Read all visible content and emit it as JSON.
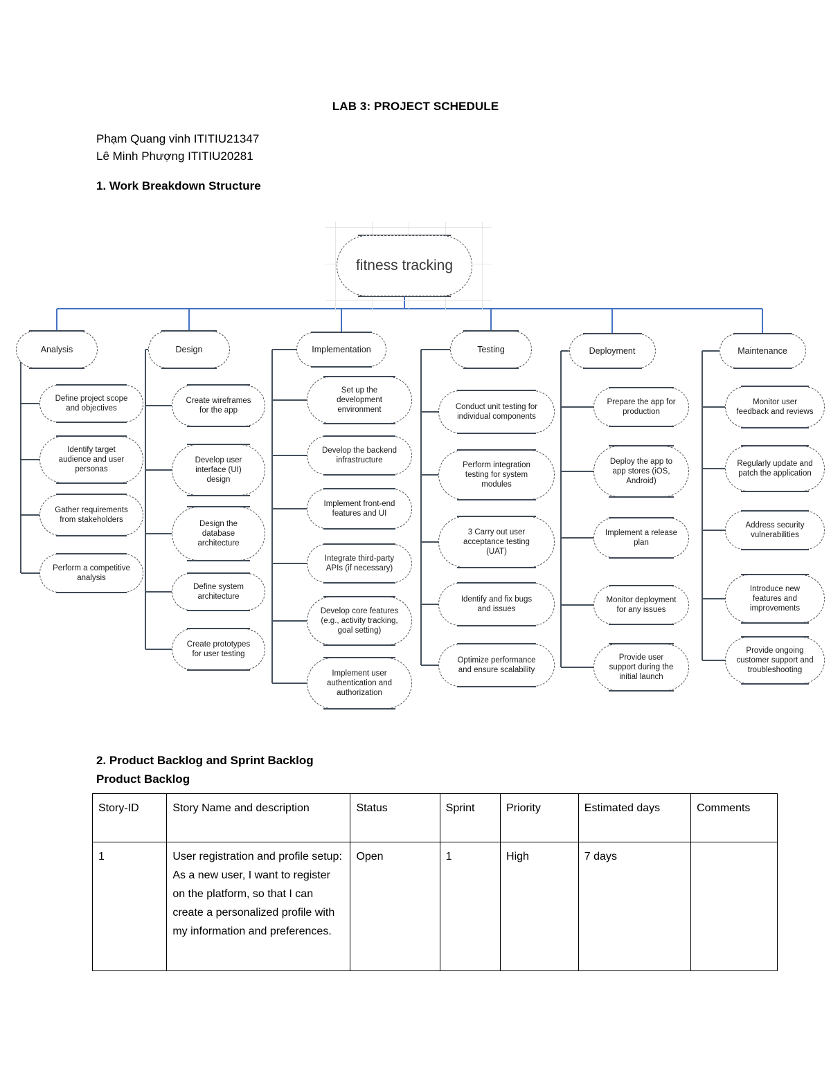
{
  "document": {
    "title": "LAB 3: PROJECT SCHEDULE",
    "authors": "Phạm Quang vinh ITITIU21347\nLê Minh Phượng ITITIU20281",
    "section_1_heading": "1. Work Breakdown Structure",
    "section_2_heading": "2. Product Backlog and Sprint Backlog\nProduct Backlog"
  },
  "wbs": {
    "root": {
      "label": "fitness tracking"
    },
    "columns": [
      {
        "phase": "Analysis",
        "leaves": [
          "Define project scope\nand objectives",
          "Identify target\naudience and user\npersonas",
          "Gather requirements\nfrom stakeholders",
          "Perform a competitive\nanalysis"
        ]
      },
      {
        "phase": "Design",
        "leaves": [
          "Create wireframes\nfor the app",
          "Develop user\ninterface (UI)\ndesign",
          "Design the\ndatabase\narchitecture",
          "Define system\narchitecture",
          "Create prototypes\nfor user testing"
        ]
      },
      {
        "phase": "Implementation",
        "leaves": [
          "Set up the\ndevelopment\nenvironment",
          "Develop the backend\ninfrastructure",
          "Implement front-end\nfeatures and UI",
          "Integrate third-party\nAPIs (if necessary)",
          "Develop core features\n(e.g., activity tracking,\ngoal setting)",
          "Implement user\nauthentication and\nauthorization"
        ]
      },
      {
        "phase": "Testing",
        "leaves": [
          "Conduct unit testing for\nindividual components",
          "Perform integration\ntesting for system\nmodules",
          "3 Carry out user\nacceptance testing\n(UAT)",
          "Identify and fix bugs\nand issues",
          "Optimize performance\nand ensure scalability"
        ]
      },
      {
        "phase": "Deployment",
        "leaves": [
          "Prepare the app for\nproduction",
          "Deploy the app to\napp stores (iOS,\nAndroid)",
          "Implement a release\nplan",
          "Monitor deployment\nfor any issues",
          "Provide user\nsupport during the\ninitial launch"
        ]
      },
      {
        "phase": "Maintenance",
        "leaves": [
          "Monitor user\nfeedback and reviews",
          "Regularly update and\npatch the application",
          "Address security\nvulnerabilities",
          "Introduce new\nfeatures and\nimprovements",
          "Provide ongoing\ncustomer support and\ntroubleshooting"
        ]
      }
    ],
    "connector_color": "#4472c4",
    "branch_color": "#45515e"
  },
  "product_backlog": {
    "headers": [
      "Story-ID",
      "Story Name and description",
      "Status",
      "Sprint",
      "Priority",
      "Estimated days",
      "Comments"
    ],
    "rows": [
      {
        "story_id": "1",
        "story_name": "User registration and profile setup:\nAs a new user, I want to register on the platform, so that I can create a personalized profile with my information and preferences.",
        "status": "Open",
        "sprint": "1",
        "priority": "High",
        "estimated_days": "7 days",
        "comments": ""
      }
    ]
  }
}
